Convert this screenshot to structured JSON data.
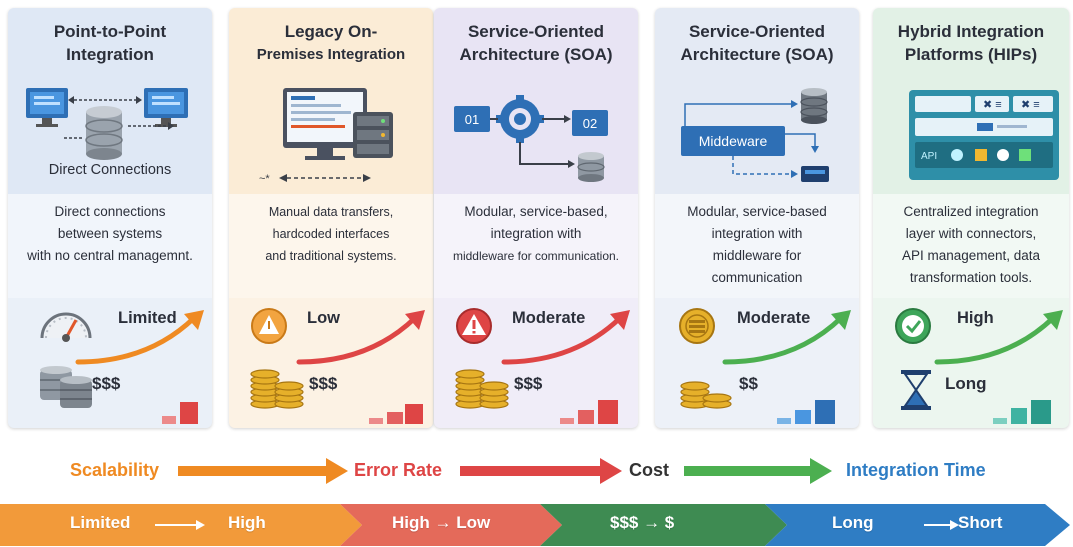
{
  "colors": {
    "card1_bg": "#dfe8f5",
    "card2_bg": "#fbecd6",
    "card3_bg": "#e8e4f4",
    "card4_bg": "#e4eaf4",
    "card5_bg": "#e2f1e6",
    "scalability": "#ef8a22",
    "error_rate": "#de4545",
    "cost": "#333333",
    "integration_time": "#2f7dc4"
  },
  "cards": [
    {
      "title_lines": [
        "Point-to-Point",
        "Integration"
      ],
      "illus_label": "Direct Connections",
      "desc_lines": [
        "Direct connections",
        "between systems",
        "with no central managemnt."
      ],
      "metric1_icon": "speedometer-icon",
      "metric1": "Limited",
      "metric2_icon": "server-stack-icon",
      "metric2": "$$$"
    },
    {
      "title_lines": [
        "Legacy On-",
        "Premises Integration"
      ],
      "desc_lines": [
        "Manual data transfers,",
        "hardcoded interfaces",
        "and traditional systems."
      ],
      "metric1_icon": "warning-coin-icon",
      "metric1": "Low",
      "metric2_icon": "coin-stack-icon",
      "metric2": "$$$"
    },
    {
      "title_lines": [
        "Service-Oriented",
        "Architecture (SOA)"
      ],
      "box_a": "01",
      "box_b": "02",
      "desc_lines": [
        "Modular, service-based,",
        "integration with",
        "middleware for communication."
      ],
      "metric1_icon": "alert-icon",
      "metric1": "Moderate",
      "metric2_icon": "coin-stack-icon",
      "metric2": "$$$"
    },
    {
      "title_lines": [
        "Service-Oriented",
        "Architecture (SOA)"
      ],
      "middleware_label": "Middeware",
      "desc_lines": [
        "Modular, service-based",
        "integration with",
        "middleware for",
        "communication"
      ],
      "metric1_icon": "coin-icon",
      "metric1": "Moderate",
      "metric2_icon": "coin-stack-icon",
      "metric2": "$$"
    },
    {
      "title_lines": [
        "Hybrid Integration",
        "Platforms (HIPs)"
      ],
      "api_label": "API",
      "desc_lines": [
        "Centralized integration",
        "layer with connectors,",
        "API management, data",
        "transformation tools."
      ],
      "metric1_icon": "check-circle-icon",
      "metric1": "High",
      "metric2_icon": "hourglass-icon",
      "metric2": "Long"
    }
  ],
  "flow": {
    "scalability": "Scalability",
    "error_rate": "Error Rate",
    "cost": "Cost",
    "integration_time": "Integration Time"
  },
  "bands": {
    "scalability": {
      "from": "Limited",
      "to": "High"
    },
    "error_rate": {
      "text": "High → Low"
    },
    "cost": {
      "text": "$$$ → $"
    },
    "integration_time": {
      "from": "Long",
      "to": "Short"
    }
  }
}
